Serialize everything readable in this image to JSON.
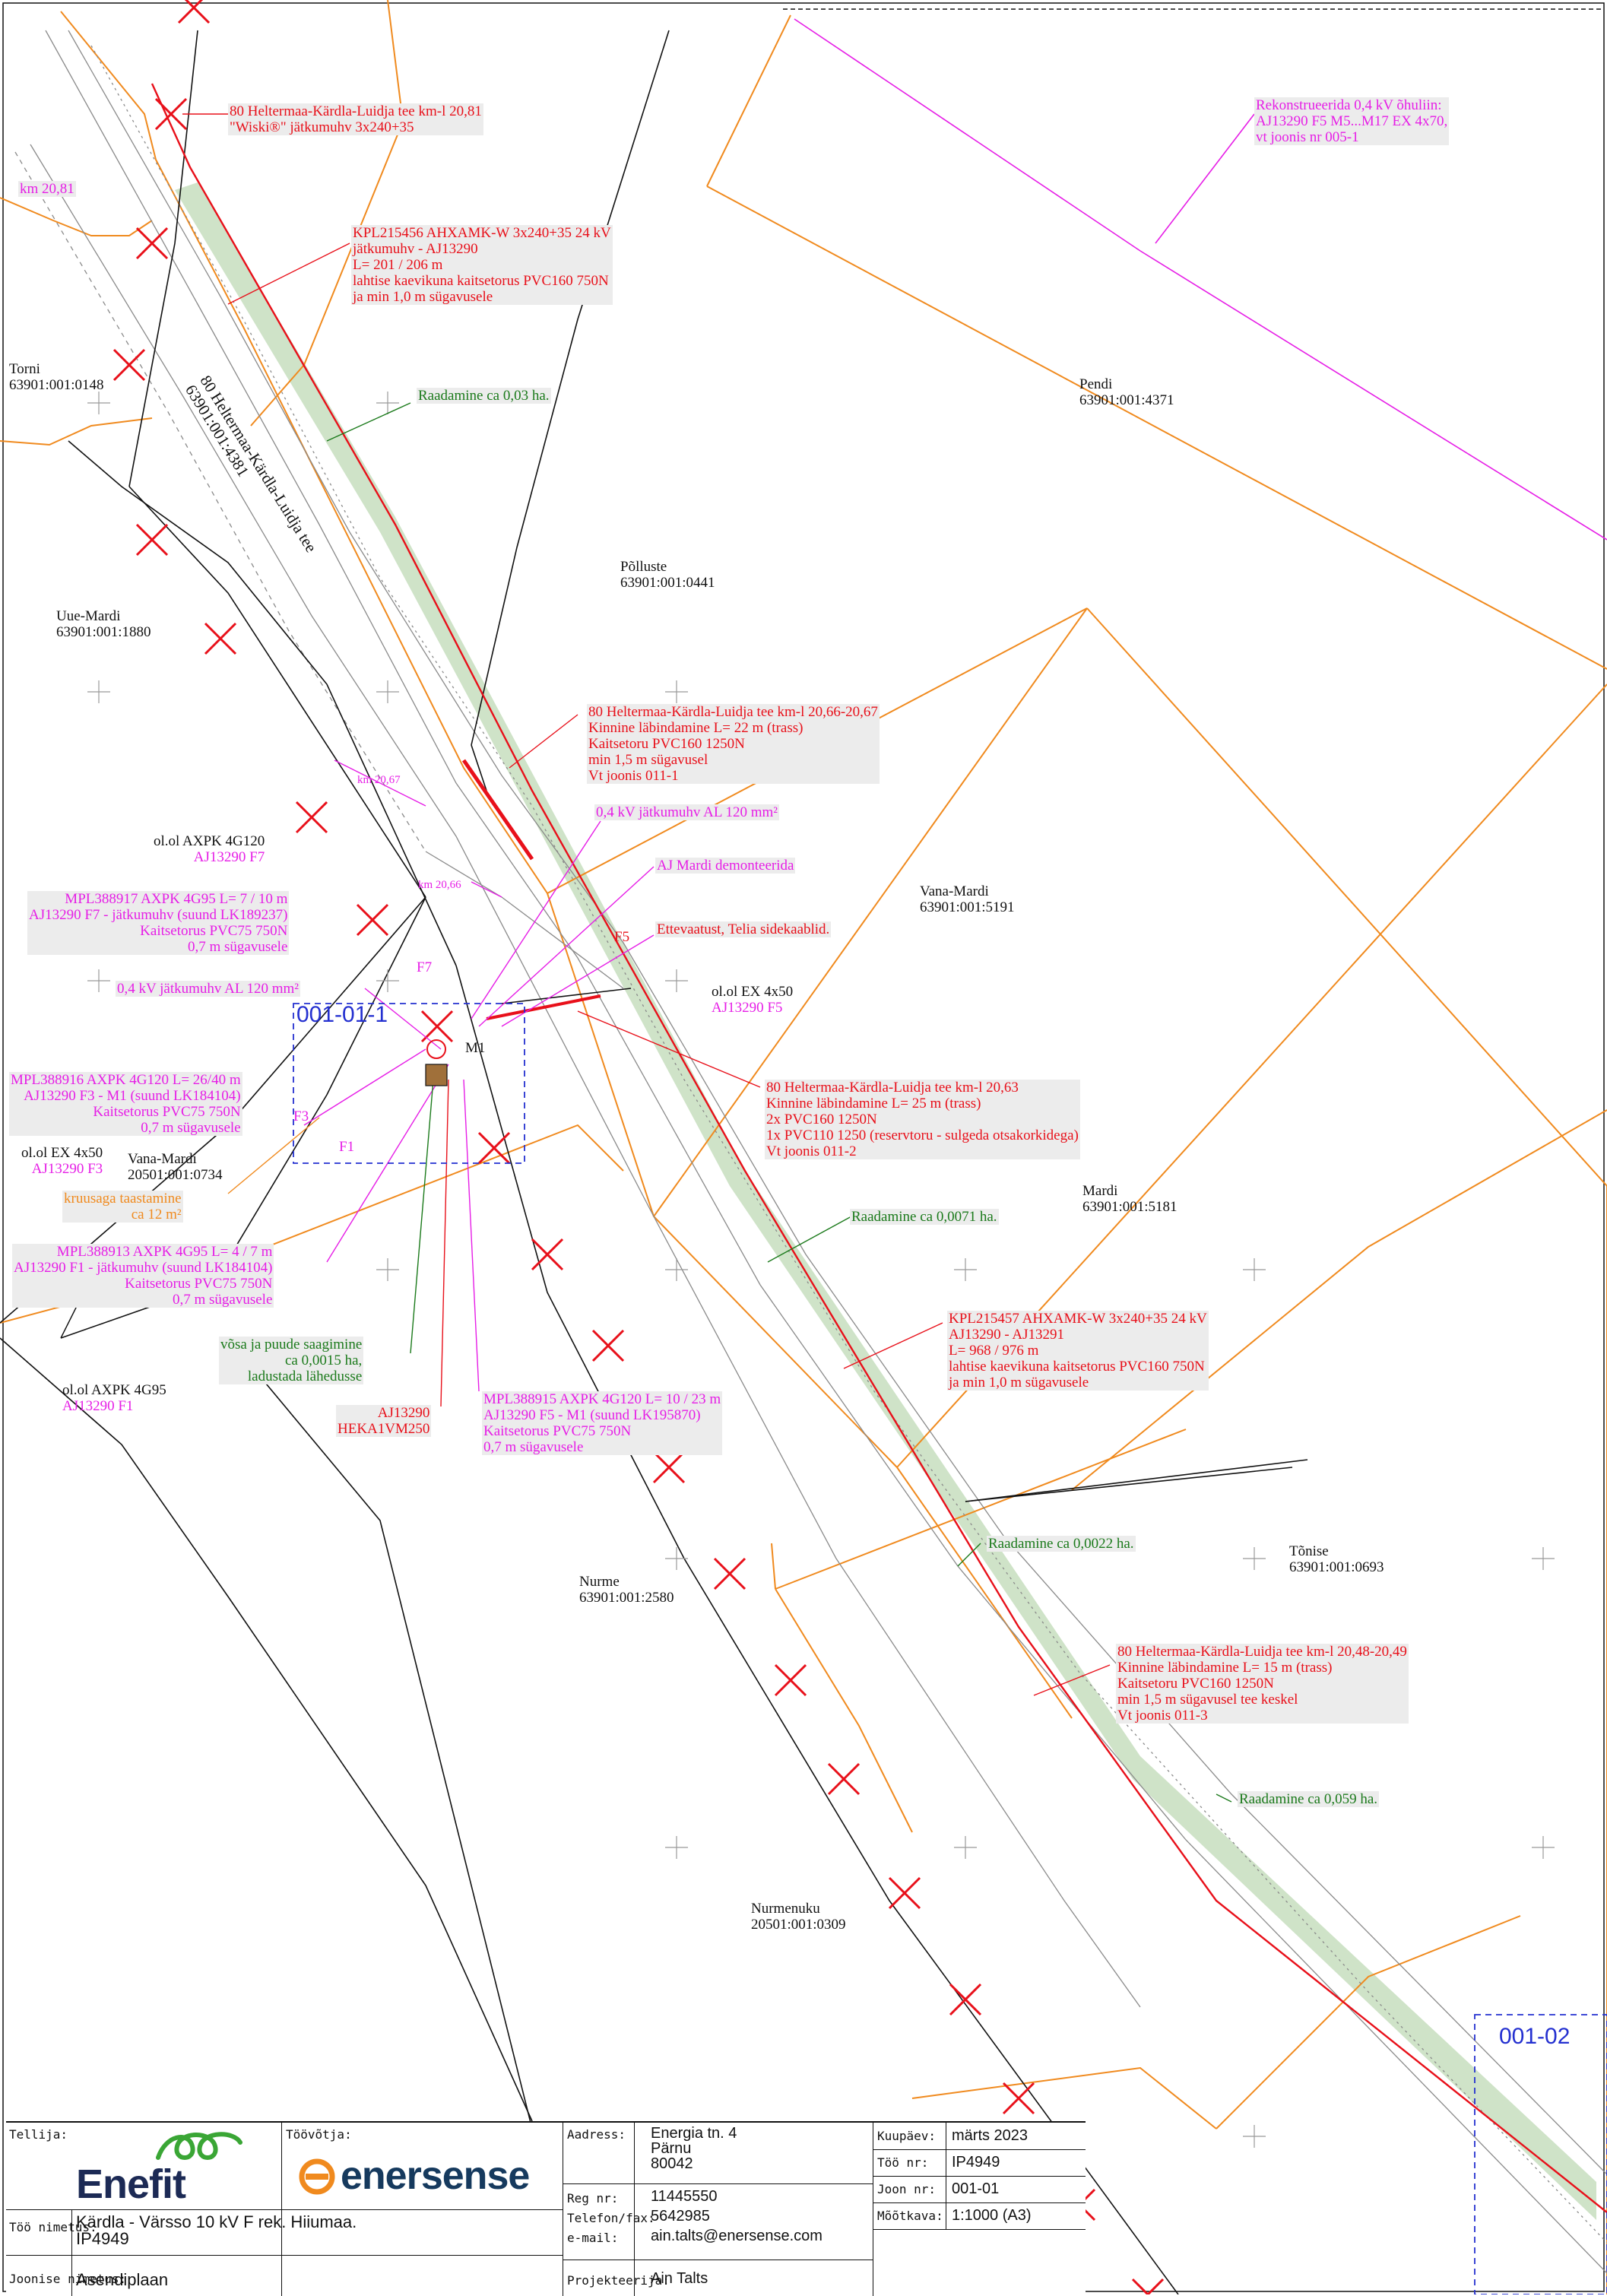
{
  "parcels": [
    {
      "name": "Torni",
      "id": "63901:001:0148"
    },
    {
      "name": "Uue-Mardi",
      "id": "63901:001:1880"
    },
    {
      "name": "Pendi",
      "id": "63901:001:4371"
    },
    {
      "name": "Põlluste",
      "id": "63901:001:0441"
    },
    {
      "name": "Vana-Mardi",
      "id": "63901:001:5191"
    },
    {
      "name": "Mardi",
      "id": "63901:001:5181"
    },
    {
      "name": "Vana-Mardi",
      "id": "20501:001:0734"
    },
    {
      "name": "Nurme",
      "id": "63901:001:2580"
    },
    {
      "name": "Tõnise",
      "id": "63901:001:0693"
    },
    {
      "name": "Nurmenuku",
      "id": "20501:001:0309"
    }
  ],
  "road": {
    "name": "80 Heltermaa-Kärdla-Luidja tee",
    "id": "63901:001:4381"
  },
  "annotations": {
    "wiski": [
      "80 Heltermaa-Kärdla-Luidja tee km-l 20,81",
      "\"Wiski®\" jätkumuhv 3x240+35"
    ],
    "km2081": "km 20,81",
    "rekon": [
      "Rekonstrueerida 0,4 kV õhuliin:",
      "AJ13290 F5 M5...M17 EX 4x70,",
      "vt joonis nr 005-1"
    ],
    "kpl215456": [
      "KPL215456 AHXAMK-W 3x240+35 24 kV",
      "jätkumuhv - AJ13290",
      "L= 201 / 206 m",
      "lahtise kaevikuna kaitsetorus PVC160 750N",
      "ja min 1,0 m sügavusele"
    ],
    "raad1": "Raadamine ca 0,03 ha.",
    "labi1": [
      "80 Heltermaa-Kärdla-Luidja tee km-l 20,66-20,67",
      "Kinnine läbindamine L= 22 m (trass)",
      "Kaitsetoru PVC160 1250N",
      "min 1,5 m sügavusel",
      "Vt joonis 011-1"
    ],
    "km2067": "km 20,67",
    "km2066": "km 20,66",
    "jatk1": "0,4 kV jätkumuhv AL 120 mm²",
    "ajmardi": "AJ Mardi demonteerida",
    "ettev": "Ettevaatust, Telia sidekaablid.",
    "olf7": [
      "ol.ol AXPK 4G120",
      "AJ13290 F7"
    ],
    "mpl917": [
      "MPL388917 AXPK 4G95 L= 7 / 10 m",
      "AJ13290 F7 - jätkumuhv (suund LK189237)",
      "Kaitsetorus PVC75 750N",
      "0,7 m sügavusele"
    ],
    "jatk2": "0,4 kV jätkumuhv AL 120 mm²",
    "olf5": [
      "ol.ol EX 4x50",
      "AJ13290 F5"
    ],
    "labi2": [
      "80 Heltermaa-Kärdla-Luidja tee km-l 20,63",
      "Kinnine läbindamine L= 25 m (trass)",
      "2x PVC160 1250N",
      "1x PVC110 1250 (reservtoru - sulgeda otsakorkidega)",
      "Vt joonis 011-2"
    ],
    "mpl916": [
      "MPL388916 AXPK 4G120 L= 26/40 m",
      "AJ13290 F3 - M1 (suund LK184104)",
      "Kaitsetorus PVC75 750N",
      "0,7 m sügavusele"
    ],
    "olf3": [
      "ol.ol EX 4x50",
      "AJ13290 F3"
    ],
    "kruus": [
      "kruusaga taastamine",
      "ca 12 m²"
    ],
    "raad2": "Raadamine ca 0,0071 ha.",
    "mpl913": [
      "MPL388913 AXPK 4G95 L= 4 / 7 m",
      "AJ13290 F1 - jätkumuhv (suund LK184104)",
      "Kaitsetorus PVC75 750N",
      "0,7 m sügavusele"
    ],
    "kpl215457": [
      "KPL215457 AHXAMK-W 3x240+35 24 kV",
      "AJ13290 - AJ13291",
      "L= 968 / 976 m",
      "lahtise kaevikuna kaitsetorus PVC160 750N",
      "ja min 1,0 m sügavusele"
    ],
    "vosa": [
      "võsa ja puude saagimine",
      "ca 0,0015 ha,",
      "ladustada lähedusse"
    ],
    "olf1": [
      "ol.ol AXPK 4G95",
      "AJ13290 F1"
    ],
    "aj13290": [
      "AJ13290",
      "HEKA1VM250"
    ],
    "mpl915": [
      "MPL388915 AXPK 4G120 L= 10 / 23 m",
      "AJ13290 F5 - M1 (suund LK195870)",
      "Kaitsetorus PVC75 750N",
      "0,7 m sügavusele"
    ],
    "raad3": "Raadamine ca 0,0022 ha.",
    "labi3": [
      "80 Heltermaa-Kärdla-Luidja tee km-l 20,48-20,49",
      "Kinnine läbindamine L= 15 m (trass)",
      "Kaitsetoru PVC160 1250N",
      "min 1,5 m sügavusel tee keskel",
      "Vt joonis 011-3"
    ],
    "raad4": "Raadamine ca 0,059 ha.",
    "f5": "F5",
    "f7": "F7",
    "f3": "F3",
    "f1": "F1",
    "m1": "M1"
  },
  "sheets": {
    "detail": "001-01-1",
    "next": "001-02"
  },
  "titleblock": {
    "tellija_lbl": "Tellija:",
    "toovotja_lbl": "Töövõtja:",
    "enefit": "Enefit",
    "enersense": "enersense",
    "aadress_lbl": "Aadress:",
    "aadress": [
      "Energia tn. 4",
      "Pärnu",
      "80042"
    ],
    "regnr_lbl": "Reg nr:",
    "regnr": "11445550",
    "tel_lbl": "Telefon/fax:",
    "tel": "5642985",
    "email_lbl": "e-mail:",
    "email": "ain.talts@enersense.com",
    "kuupaev_lbl": "Kuupäev:",
    "kuupaev": "märts 2023",
    "toonr_lbl": "Töö nr:",
    "toonr": "IP4949",
    "joonnr_lbl": "Joon nr:",
    "joonnr": "001-01",
    "mootkava_lbl": "Mõõtkava:",
    "mootkava": "1:1000 (A3)",
    "toonimetus_lbl": "Töö nimetus:",
    "toonimetus": [
      "Kärdla - Värsso 10 kV F rek. Hiiumaa.",
      "IP4949"
    ],
    "projekteerija_lbl": "Projekteerija:",
    "projekteerija": "Ain Talts",
    "joonisenimetus_lbl": "Joonise nimetus:",
    "joonisenimetus": "Asendiplaan"
  },
  "colors": {
    "cable_red": "#e8101a",
    "overhead_mag": "#e61ee6",
    "boundary_org": "#f08a1e",
    "green": "#1b7a1b",
    "strip": "#cfe3c8",
    "sheet_blue": "#2430d0"
  }
}
